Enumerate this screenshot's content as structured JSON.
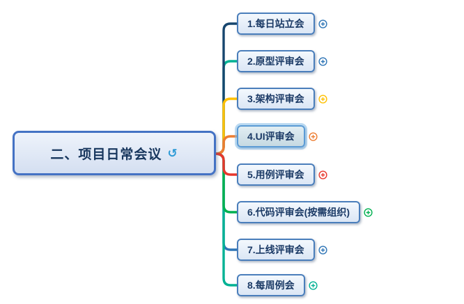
{
  "canvas": {
    "background": "#ffffff"
  },
  "main_topic": {
    "label": "二、项目日常会议",
    "icon": "hyperlink-icon",
    "icon_glyph": "↺",
    "border_color": "#4472c4",
    "text_color": "#17365d"
  },
  "branches": [
    {
      "label": "1.每日站立会",
      "line_color": "#17466e",
      "plus_color": "#2e75b6",
      "selected": false
    },
    {
      "label": "2.原型评审会",
      "line_color": "#00b294",
      "plus_color": "#2e75b6",
      "selected": false
    },
    {
      "label": "3.架构评审会",
      "line_color": "#ffc000",
      "plus_color": "#ffc000",
      "selected": false
    },
    {
      "label": "4.UI评审会",
      "line_color": "#ed7d31",
      "plus_color": "#ed7d31",
      "selected": true
    },
    {
      "label": "5.用例评审会",
      "line_color": "#e8372c",
      "plus_color": "#e8372c",
      "selected": false
    },
    {
      "label": "6.代码评审会(按需组织)",
      "line_color": "#00b050",
      "plus_color": "#00b050",
      "selected": false
    },
    {
      "label": "7.上线评审会",
      "line_color": "#2e75b6",
      "plus_color": "#2e75b6",
      "selected": false
    },
    {
      "label": "8.每周例会",
      "line_color": "#00b294",
      "plus_color": "#00b294",
      "selected": false
    }
  ]
}
